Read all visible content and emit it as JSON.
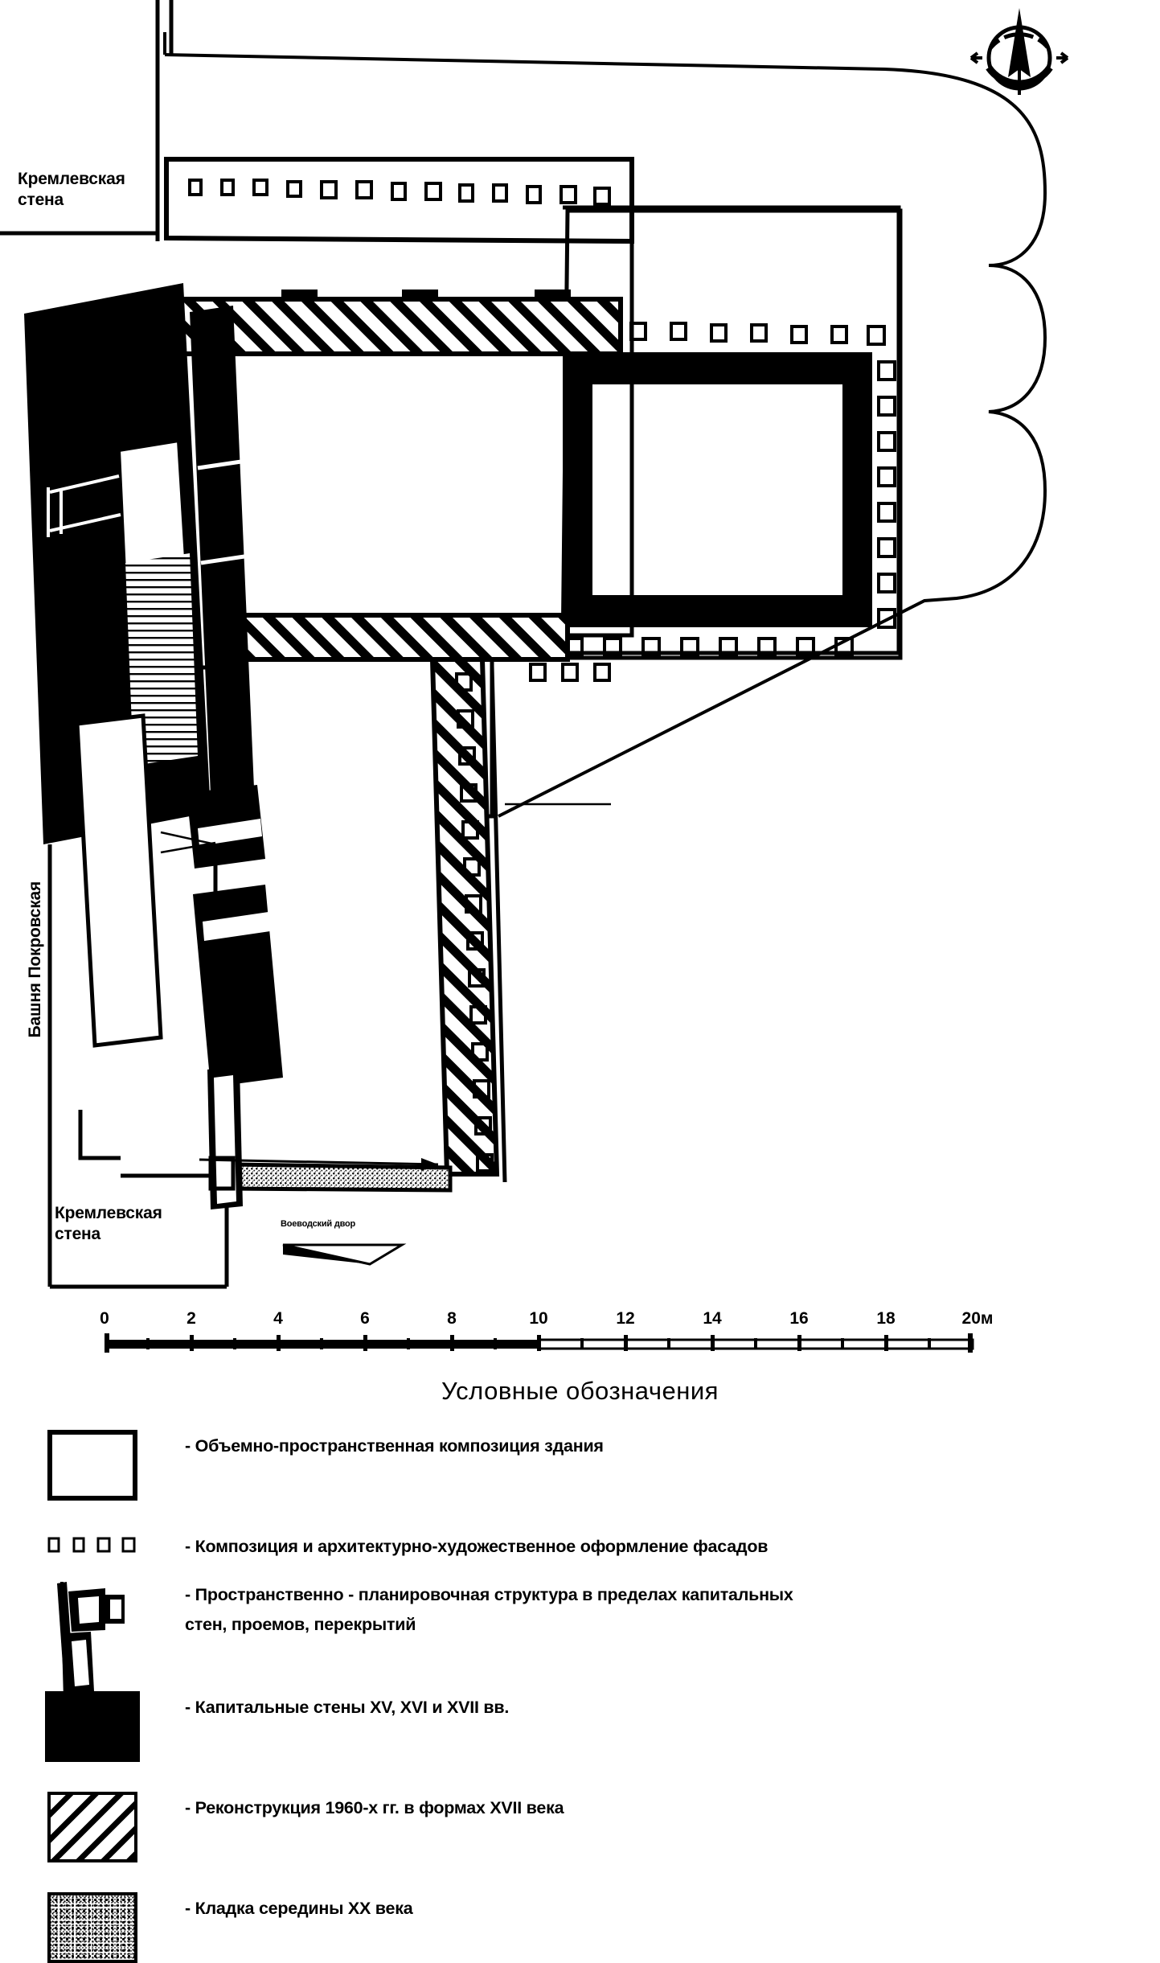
{
  "map": {
    "labels": {
      "kremlin_wall_top": "Кремлевская\nстена",
      "kremlin_wall_bottom": "Кремлевская\nстена",
      "tower_pokrovskaya": "Башня Покровская",
      "voevodsky_dvor": "Воеводский двор"
    },
    "north_arrow": "north-arrow-compass"
  },
  "scale": {
    "ticks": [
      "0",
      "2",
      "4",
      "6",
      "8",
      "10",
      "12",
      "14",
      "16",
      "18"
    ],
    "end_label": "20м",
    "min": 0,
    "max": 20,
    "unit": "м"
  },
  "legend": {
    "title": "Условные обозначения",
    "items": [
      {
        "swatch": "outline-rectangle",
        "dash": "-",
        "text": "Объемно-пространственная композиция здания"
      },
      {
        "swatch": "facade-marks",
        "dash": "-",
        "text": "Композиция и архитектурно-художественное оформление фасадов"
      },
      {
        "swatch": "plan-structure",
        "dash": "-",
        "text": "Пространственно - планировочная структура в пределах капитальных",
        "text_line2": "стен, проемов, перекрытий"
      },
      {
        "swatch": "solid-black",
        "dash": "-",
        "text": "Капитальные стены XV, XVI и XVII вв."
      },
      {
        "swatch": "hatched",
        "dash": "-",
        "text": "Реконструкция 1960-х гг. в формах XVII века"
      },
      {
        "swatch": "stipple",
        "dash": "-",
        "text": "Кладка середины XX века"
      }
    ]
  },
  "colors": {
    "ink": "#000000",
    "paper": "#ffffff",
    "stipple": "#9a9a9a"
  }
}
